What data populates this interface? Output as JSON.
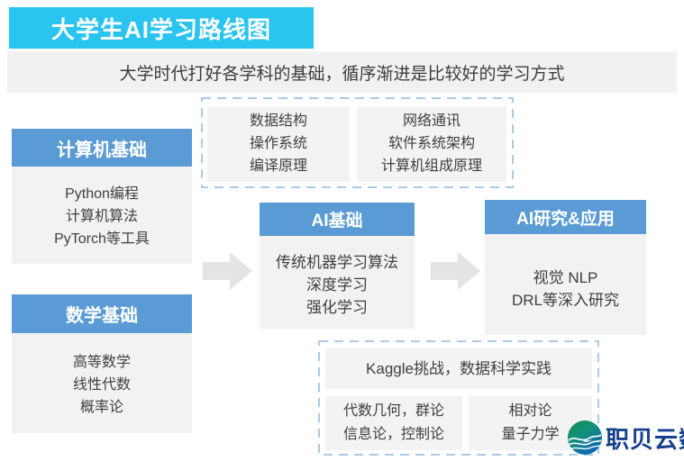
{
  "title": {
    "text": "大学生AI学习路线图"
  },
  "subtitle": {
    "text": "大学时代打好各学科的基础，循序渐进是比较好的学习方式"
  },
  "boxes": {
    "computer": {
      "header": "计算机基础",
      "lines": [
        "Python编程",
        "计算机算法",
        "PyTorch等工具"
      ]
    },
    "math": {
      "header": "数学基础",
      "lines": [
        "高等数学",
        "线性代数",
        "概率论"
      ]
    },
    "ai_basic": {
      "header": "AI基础",
      "lines": [
        "传统机器学习算法",
        "深度学习",
        "强化学习"
      ]
    },
    "ai_research": {
      "header": "AI研究&应用",
      "lines": [
        "视觉 NLP",
        "DRL等深入研究"
      ]
    }
  },
  "dashed_top": {
    "left_lines": [
      "数据结构",
      "操作系统",
      "编译原理"
    ],
    "right_lines": [
      "网络通讯",
      "软件系统架构",
      "计算机组成原理"
    ]
  },
  "dashed_bottom": {
    "kaggle": "Kaggle挑战，数据科学实践",
    "left_lines": [
      "代数几何，群论",
      "信息论，控制论"
    ],
    "right_lines": [
      "相对论",
      "量子力学"
    ]
  },
  "logo": {
    "text": "职贝云数"
  },
  "colors": {
    "banner_cyan": "#29c4f0",
    "header_blue": "#5b9bd5",
    "dashed_border": "#a9cbe9",
    "arrow_gray": "#e4e4e4",
    "logo_navy": "#16418c",
    "body_gray": "#f2f2f2"
  }
}
